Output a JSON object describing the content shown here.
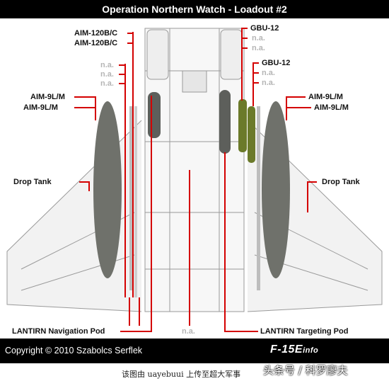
{
  "title": "Operation Northern Watch - Loadout #2",
  "labels": {
    "aim120_1": "AIM-120B/C",
    "aim120_2": "AIM-120B/C",
    "na_l1": "n.a.",
    "na_l2": "n.a.",
    "na_l3": "n.a.",
    "aim9_l1": "AIM-9L/M",
    "aim9_l2": "AIM-9L/M",
    "drop_tank_left": "Drop Tank",
    "lantirn_nav": "LANTIRN Navigation Pod",
    "gbu12_top": "GBU-12",
    "na_r1": "n.a.",
    "na_r2": "n.a.",
    "gbu12_mid": "GBU-12",
    "na_r3": "n.a.",
    "na_r4": "n.a.",
    "aim9_r1": "AIM-9L/M",
    "aim9_r2": "AIM-9L/M",
    "drop_tank_right": "Drop Tank",
    "lantirn_tgt": "LANTIRN Targeting Pod",
    "na_center": "n.a."
  },
  "footer": {
    "copyright": "Copyright © 2010 Szabolcs Serflek",
    "brand": "F-15E",
    "brand_suffix": "info"
  },
  "caption": {
    "center": "该图由 uayebuui 上传至超大军事",
    "right": "头条号 / 科罗廖夫"
  },
  "colors": {
    "leader": "#d40000",
    "tank": "#6f716b",
    "bomb": "#6b7a2a",
    "na_text": "#b5b5b5"
  }
}
